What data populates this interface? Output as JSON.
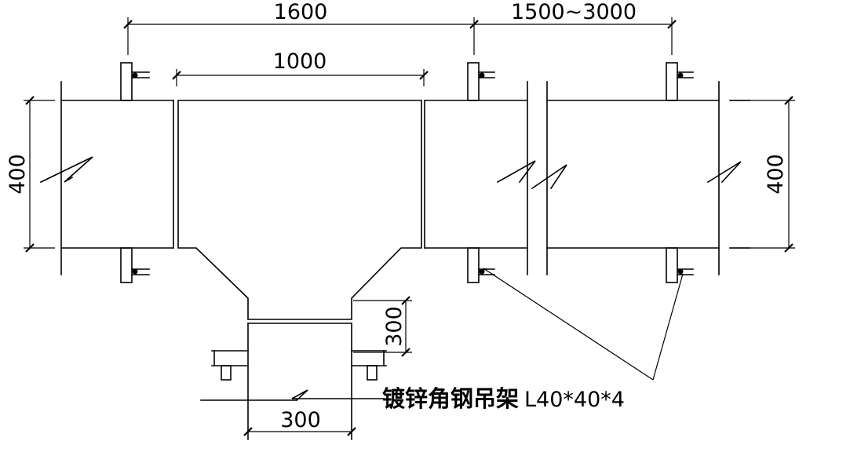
{
  "dimensions": {
    "top_left": "1600",
    "top_right": "1500~3000",
    "top_inner": "1000",
    "left_height": "400",
    "right_height": "400",
    "branch_height": "300",
    "branch_width": "300"
  },
  "annotation": {
    "support_label_cn": "镀锌角钢吊架",
    "support_label_spec": "L40*40*4"
  }
}
